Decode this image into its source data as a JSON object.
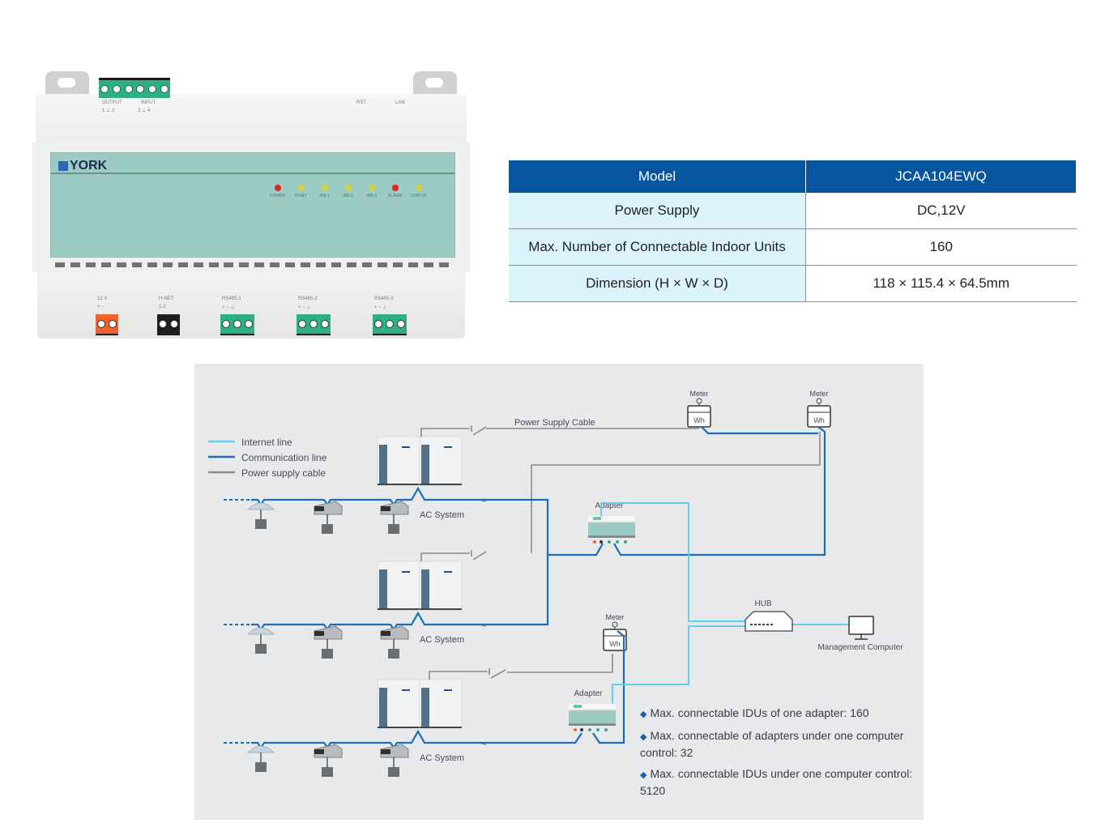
{
  "device": {
    "brand": "YORK",
    "top_labels": {
      "output": "OUTPUT",
      "input": "INPUT",
      "output_pins": "1 ⊥ 2",
      "input_pins": "3 ⊥ 4",
      "rst": "RST",
      "lan": "LAN"
    },
    "leds": [
      {
        "label": "POWER",
        "color": "#d8262b"
      },
      {
        "label": "H-NET",
        "color": "#d4d23a"
      },
      {
        "label": "485-1",
        "color": "#d4d23a"
      },
      {
        "label": "485-2",
        "color": "#d4d23a"
      },
      {
        "label": "485-3",
        "color": "#d4d23a"
      },
      {
        "label": "ALARM",
        "color": "#d8262b"
      },
      {
        "label": "STATUS",
        "color": "#d4d23a"
      }
    ],
    "bottom_terminals": [
      {
        "label": "12 V",
        "pins": "+ −",
        "color": "#f0622a"
      },
      {
        "label": "H-NET",
        "pins": "1 2",
        "color": "#1f1f1f"
      },
      {
        "label": "RS485-1",
        "pins": "+ − ⊥",
        "color": "#2fb082"
      },
      {
        "label": "RS485-2",
        "pins": "+ − ⊥",
        "color": "#2fb082"
      },
      {
        "label": "RS485-3",
        "pins": "+ − ⊥",
        "color": "#2fb082"
      }
    ]
  },
  "spec_table": {
    "header": {
      "key": "Model",
      "value": "JCAA104EWQ"
    },
    "rows": [
      {
        "key": "Power Supply",
        "value": "DC,12V"
      },
      {
        "key": "Max. Number of Connectable Indoor Units",
        "value": "160"
      },
      {
        "key": "Dimension (H × W × D)",
        "value": "118 × 115.4 × 64.5mm"
      }
    ],
    "colors": {
      "header_bg": "#07559f",
      "key_bg": "#dbf3fb"
    }
  },
  "diagram": {
    "legend": [
      {
        "label": "Internet line",
        "color": "#5fd0ee"
      },
      {
        "label": "Communication line",
        "color": "#1a6fb8"
      },
      {
        "label": "Power supply cable",
        "color": "#8a8a8a"
      }
    ],
    "labels": {
      "power_supply_cable": "Power Supply Cable",
      "meter": "Meter",
      "meter_unit": "Wh",
      "adapter": "Adapter",
      "ac_system": "AC System",
      "hub": "HUB",
      "management_computer": "Management Computer"
    },
    "notes": [
      "Max. connectable IDUs of one adapter: 160",
      "Max. connectable of adapters under one computer control: 32",
      "Max. connectable IDUs under one computer control: 5120"
    ]
  }
}
